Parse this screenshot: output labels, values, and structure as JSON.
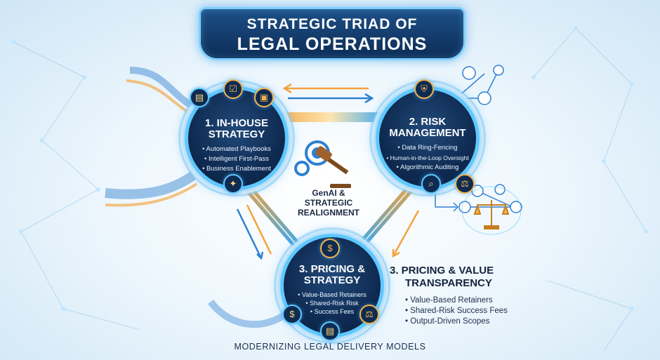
{
  "title": {
    "line1": "STRATEGIC TRIAD OF",
    "line2": "LEGAL OPERATIONS"
  },
  "nodes": {
    "inhouse": {
      "title_1": "1. IN-HOUSE",
      "title_2": "STRATEGY",
      "items": [
        "Automated Playbooks",
        "Intelligent First-Pass",
        "Business Enablement"
      ]
    },
    "risk": {
      "title_1": "2. RISK",
      "title_2": "MANAGEMENT",
      "items": [
        "Data Ring-Fencing",
        "Human-in-the-Loop Oversight",
        "Algorithmic Auditing"
      ]
    },
    "pricing": {
      "title_1": "3. PRICING &",
      "title_2": "STRATEGY",
      "items": [
        "Value-Based Retainers",
        "Shared-Risk Risk",
        "Success Fees"
      ]
    }
  },
  "hub": {
    "line1": "GenAI &",
    "line2": "STRATEGIC",
    "line3": "REALIGNMENT"
  },
  "side_panel": {
    "title_1": "3. PRICING & VALUE",
    "title_2": "TRANSPARENCY",
    "items": [
      "Value-Based Retainers",
      "Shared-Risk Success Fees",
      "Output-Driven Scopes"
    ]
  },
  "footer": "MODERNIZING LEGAL DELIVERY MODELS",
  "colors": {
    "navy": "#0f2b52",
    "cyan": "#5fc8ff",
    "gold": "#f4b24a",
    "text": "#13233e"
  }
}
